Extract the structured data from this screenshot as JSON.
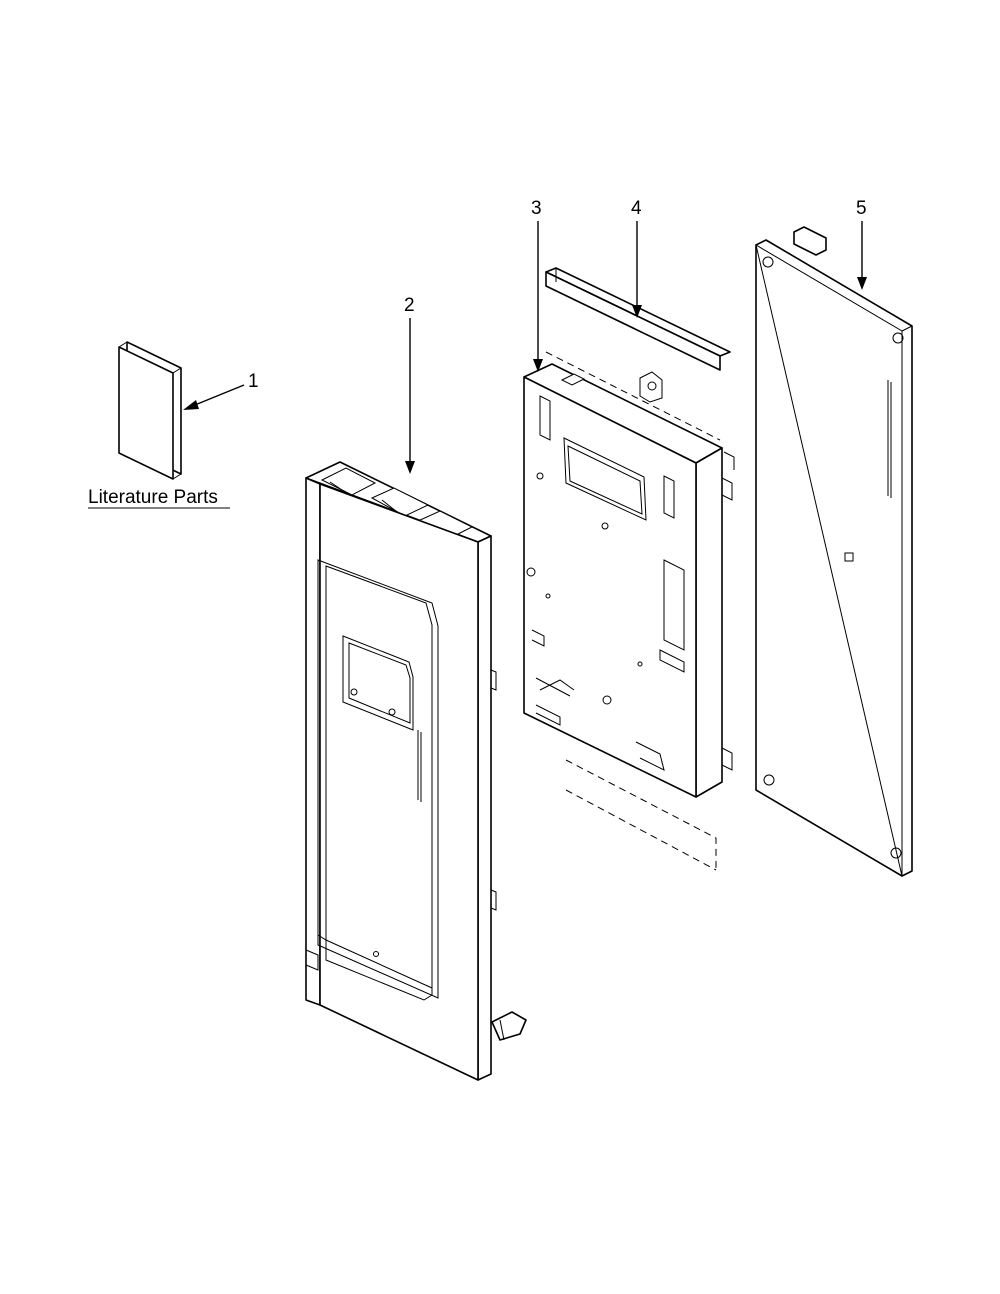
{
  "callouts": {
    "c1": "1",
    "c2": "2",
    "c3": "3",
    "c4": "4",
    "c5": "5"
  },
  "literature_label": "Literature Parts"
}
